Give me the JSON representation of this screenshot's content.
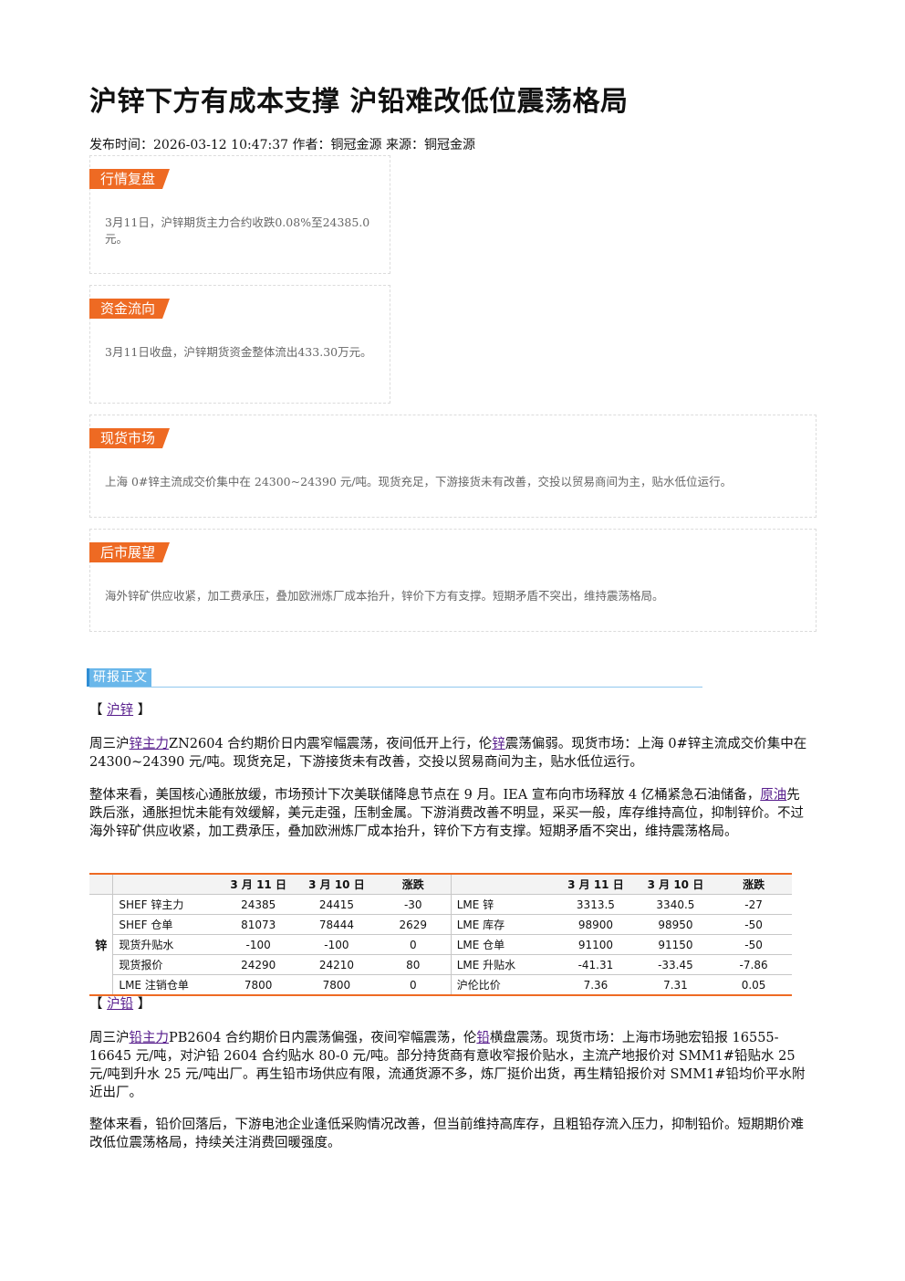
{
  "article": {
    "title": "沪锌下方有成本支撑 沪铅难改低位震荡格局",
    "meta": "发布时间：2026-03-12 10:47:37 作者：铜冠金源 来源：铜冠金源"
  },
  "cards": [
    {
      "tag": "行情复盘",
      "text": "3月11日，沪锌期货主力合约收跌0.08%至24385.0元。"
    },
    {
      "tag": "资金流向",
      "text": "3月11日收盘，沪锌期货资金整体流出433.30万元。"
    },
    {
      "tag": "现货市场",
      "text": "上海 0#锌主流成交价集中在 24300~24390 元/吨。现货充足，下游接货未有改善，交投以贸易商间为主，贴水低位运行。"
    },
    {
      "tag": "后市展望",
      "text": "海外锌矿供应收紧，加工费承压，叠加欧洲炼厂成本抬升，锌价下方有支撑。短期矛盾不突出，维持震荡格局。"
    }
  ],
  "report": {
    "section_label": "研报正文",
    "zinc_heading": {
      "open": "【",
      "link": "沪锌",
      "close": "】"
    },
    "zinc_p1": {
      "a": "周三沪",
      "link1": "锌主力",
      "b": "ZN2604 合约期价日内震窄幅震荡，夜间低开上行，伦",
      "link2": "锌",
      "c": "震荡偏弱。现货市场：上海 0#锌主流成交价集中在 24300~24390 元/吨。现货充足，下游接货未有改善，交投以贸易商间为主，贴水低位运行。"
    },
    "zinc_p2": {
      "a": "整体来看，美国核心通胀放缓，市场预计下次美联储降息节点在 9 月。IEA 宣布向市场释放 4 亿桶紧急石油储备，",
      "link": "原油",
      "b": "先跌后涨，通胀担忧未能有效缓解，美元走强，压制金属。下游消费改善不明显，采买一般，库存维持高位，抑制锌价。不过海外锌矿供应收紧，加工费承压，叠加欧洲炼厂成本抬升，锌价下方有支撑。短期矛盾不突出，维持震荡格局。"
    },
    "table": {
      "group_label": "锌",
      "headers": [
        "",
        "3 月 11 日",
        "3 月 10 日",
        "涨跌",
        "",
        "3 月 11 日",
        "3 月 10 日",
        "涨跌"
      ],
      "rows": [
        [
          "SHEF 锌主力",
          "24385",
          "24415",
          "-30",
          "LME 锌",
          "3313.5",
          "3340.5",
          "-27"
        ],
        [
          "SHEF 仓单",
          "81073",
          "78444",
          "2629",
          "LME 库存",
          "98900",
          "98950",
          "-50"
        ],
        [
          "现货升贴水",
          "-100",
          "-100",
          "0",
          "LME 仓单",
          "91100",
          "91150",
          "-50"
        ],
        [
          "现货报价",
          "24290",
          "24210",
          "80",
          "LME 升贴水",
          "-41.31",
          "-33.45",
          "-7.86"
        ],
        [
          "LME 注销仓单",
          "7800",
          "7800",
          "0",
          "沪伦比价",
          "7.36",
          "7.31",
          "0.05"
        ]
      ]
    },
    "lead_heading": {
      "open": "【",
      "link": "沪铅",
      "close": "】"
    },
    "lead_p1": {
      "a": "周三沪",
      "link1": "铅主力",
      "b": "PB2604 合约期价日内震荡偏强，夜间窄幅震荡，伦",
      "link2": "铅",
      "c": "横盘震荡。现货市场：上海市场驰宏铅报 16555-16645 元/吨，对沪铅 2604 合约贴水 80-0 元/吨。部分持货商有意收窄报价贴水，主流产地报价对 SMM1#铅贴水 25 元/吨到升水 25 元/吨出厂。再生铅市场供应有限，流通货源不多，炼厂挺价出货，再生精铅报价对 SMM1#铅均价平水附近出厂。"
    },
    "lead_p2": "整体来看，铅价回落后，下游电池企业逢低采购情况改善，但当前维持高库存，且粗铅存流入压力，抑制铅价。短期期价难改低位震荡格局，持续关注消费回暖强度。"
  },
  "colors": {
    "tag_orange": "#ee6a23",
    "section_blue": "#6ab7ea",
    "link_purple": "#551a8b"
  }
}
